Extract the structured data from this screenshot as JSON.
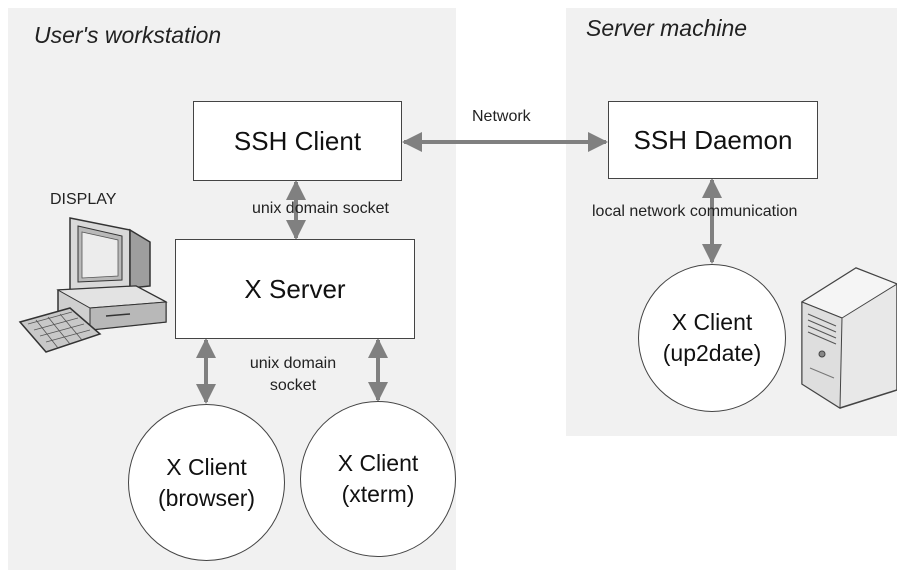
{
  "regions": {
    "workstation_label": "User's workstation",
    "server_label": "Server machine"
  },
  "nodes": {
    "ssh_client": "SSH Client",
    "ssh_daemon": "SSH Daemon",
    "x_server": "X Server",
    "x_client_browser": [
      "X Client",
      "(browser)"
    ],
    "x_client_xterm": [
      "X Client",
      "(xterm)"
    ],
    "x_client_up2date": [
      "X Client",
      "(up2date)"
    ]
  },
  "edge_labels": {
    "network": "Network",
    "unix_socket_top": "unix domain socket",
    "unix_socket_bottom": [
      "unix domain",
      "socket"
    ],
    "local_network": "local network communication",
    "display": "DISPLAY"
  },
  "icons": [
    "computer-display-icon",
    "server-tower-icon"
  ],
  "colors": {
    "panel": "#f1f1f1",
    "arrow": "#808080",
    "box_border": "#444444"
  }
}
